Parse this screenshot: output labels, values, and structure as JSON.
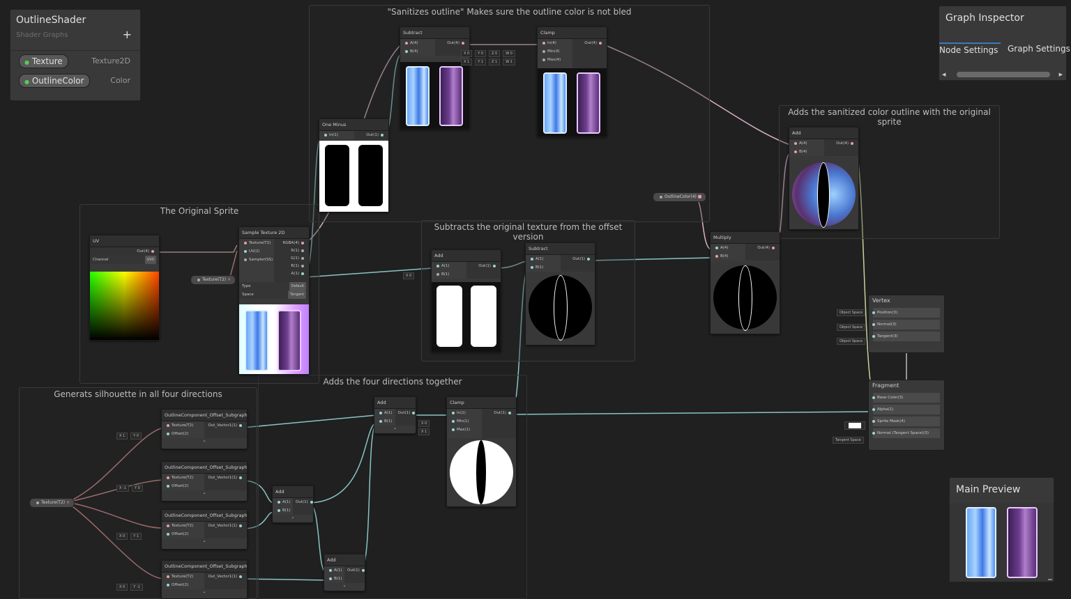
{
  "blackboard": {
    "title": "OutlineShader",
    "subtitle": "Shader Graphs",
    "add_label": "+",
    "properties": [
      {
        "name": "Texture",
        "type": "Texture2D"
      },
      {
        "name": "OutlineColor",
        "type": "Color"
      }
    ]
  },
  "inspector": {
    "title": "Graph Inspector",
    "tabs": [
      "Node Settings",
      "Graph Settings"
    ],
    "left_arrow": "◀",
    "right_arrow": "▶"
  },
  "main_preview": {
    "title": "Main Preview"
  },
  "groups": {
    "sanitize": "\"Sanitizes outline\" Makes sure the outline color is not bled",
    "original": "The Original Sprite",
    "subtract": "Subtracts the original texture from the offset version",
    "adds_outline": "Adds the sanitized color outline with the original sprite",
    "four_dir": "Generats silhouette in all four directions",
    "adds_four": "Adds the four directions together"
  },
  "nodes": {
    "subtract_top": {
      "title": "Subtract",
      "in": [
        "A(4)",
        "B(4)"
      ],
      "out": "Out(4)"
    },
    "clamp_top": {
      "title": "Clamp",
      "in": [
        "In(4)",
        "Min(4)",
        "Max(4)"
      ],
      "out": "Out(4)"
    },
    "one_minus": {
      "title": "One Minus",
      "in": "In(1)",
      "out": "Out(1)"
    },
    "uv": {
      "title": "UV",
      "out": "Out(4)",
      "channel_label": "Channel",
      "channel_value": "UV0"
    },
    "sample_tex": {
      "title": "Sample Texture 2D",
      "in": [
        "Texture(T2)",
        "UV(2)",
        "Sampler(SS)"
      ],
      "out": [
        "RGBA(4)",
        "R(1)",
        "G(1)",
        "B(1)",
        "A(1)"
      ],
      "type_label": "Type",
      "type_value": "Default",
      "space_label": "Space",
      "space_value": "Tangent"
    },
    "add_mid": {
      "title": "Add",
      "in": [
        "A(1)",
        "B(1)"
      ],
      "out": "Out(1)"
    },
    "subtract_mid": {
      "title": "Subtract",
      "in": [
        "A(1)",
        "B(1)"
      ],
      "out": "Out(1)"
    },
    "multiply": {
      "title": "Multiply",
      "in": [
        "A(4)",
        "B(4)"
      ],
      "out": "Out(4)"
    },
    "add_right": {
      "title": "Add",
      "in": [
        "A(4)",
        "B(4)"
      ],
      "out": "Out(4)"
    },
    "add_four": {
      "title": "Add",
      "in": [
        "A(1)",
        "B(1)"
      ],
      "out": "Out(1)"
    },
    "clamp_bottom": {
      "title": "Clamp",
      "in": [
        "In(1)",
        "Min(1)",
        "Max(1)"
      ],
      "out": "Out(1)"
    },
    "add_small1": {
      "title": "Add",
      "in": [
        "A(1)",
        "B(1)"
      ],
      "out": "Out(1)"
    },
    "add_small2": {
      "title": "Add",
      "in": [
        "A(1)",
        "B(1)"
      ],
      "out": "Out(1)"
    },
    "subgraph_title": "OutlineComponent_Offset_Subgraph",
    "subgraph_in": [
      "Texture(T2)",
      "Offset(2)"
    ],
    "subgraph_out": "Out_Vector1(1)"
  },
  "props_on_canvas": {
    "texture_pill": "Texture(T2)",
    "outline_color_pill": "OutlineColor(4)",
    "texture_pill_left": "Texture(T2)"
  },
  "inline_values": {
    "clamp_min": [
      "X 0",
      "Y 0",
      "Z 0",
      "W 0"
    ],
    "clamp_max": [
      "X 1",
      "Y 1",
      "Z 1",
      "W 1"
    ],
    "add_b": "X 0",
    "clamp_bottom_min": "X 0",
    "clamp_bottom_max": "X 1",
    "offsets": [
      [
        "X 1",
        "Y 0"
      ],
      [
        "X -1",
        "Y 0"
      ],
      [
        "X 0",
        "Y 1"
      ],
      [
        "X 0",
        "Y -1"
      ]
    ]
  },
  "master": {
    "vertex_title": "Vertex",
    "vertex_slots": [
      "Position(3)",
      "Normal(3)",
      "Tangent(3)"
    ],
    "vertex_space": "Object Space",
    "fragment_title": "Fragment",
    "fragment_slots": [
      "Base Color(3)",
      "Alpha(1)",
      "Sprite Mask(4)",
      "Normal (Tangent Space)(3)"
    ],
    "tangent_space": "Tangent Space"
  }
}
